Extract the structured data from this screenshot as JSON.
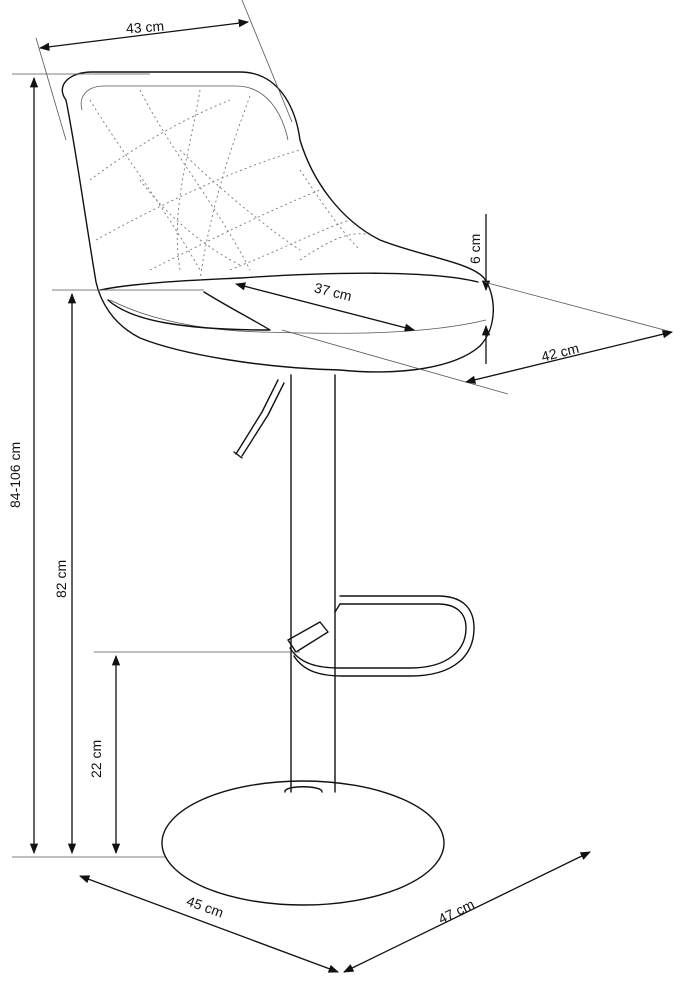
{
  "dimensions": {
    "seat_width_top": "43 cm",
    "total_height": "84-106 cm",
    "seat_height": "82 cm",
    "footrest_height": "22 cm",
    "seat_depth": "37 cm",
    "backrest_offset": "6 cm",
    "seat_width": "42 cm",
    "base_width": "45 cm",
    "base_depth": "47 cm"
  }
}
